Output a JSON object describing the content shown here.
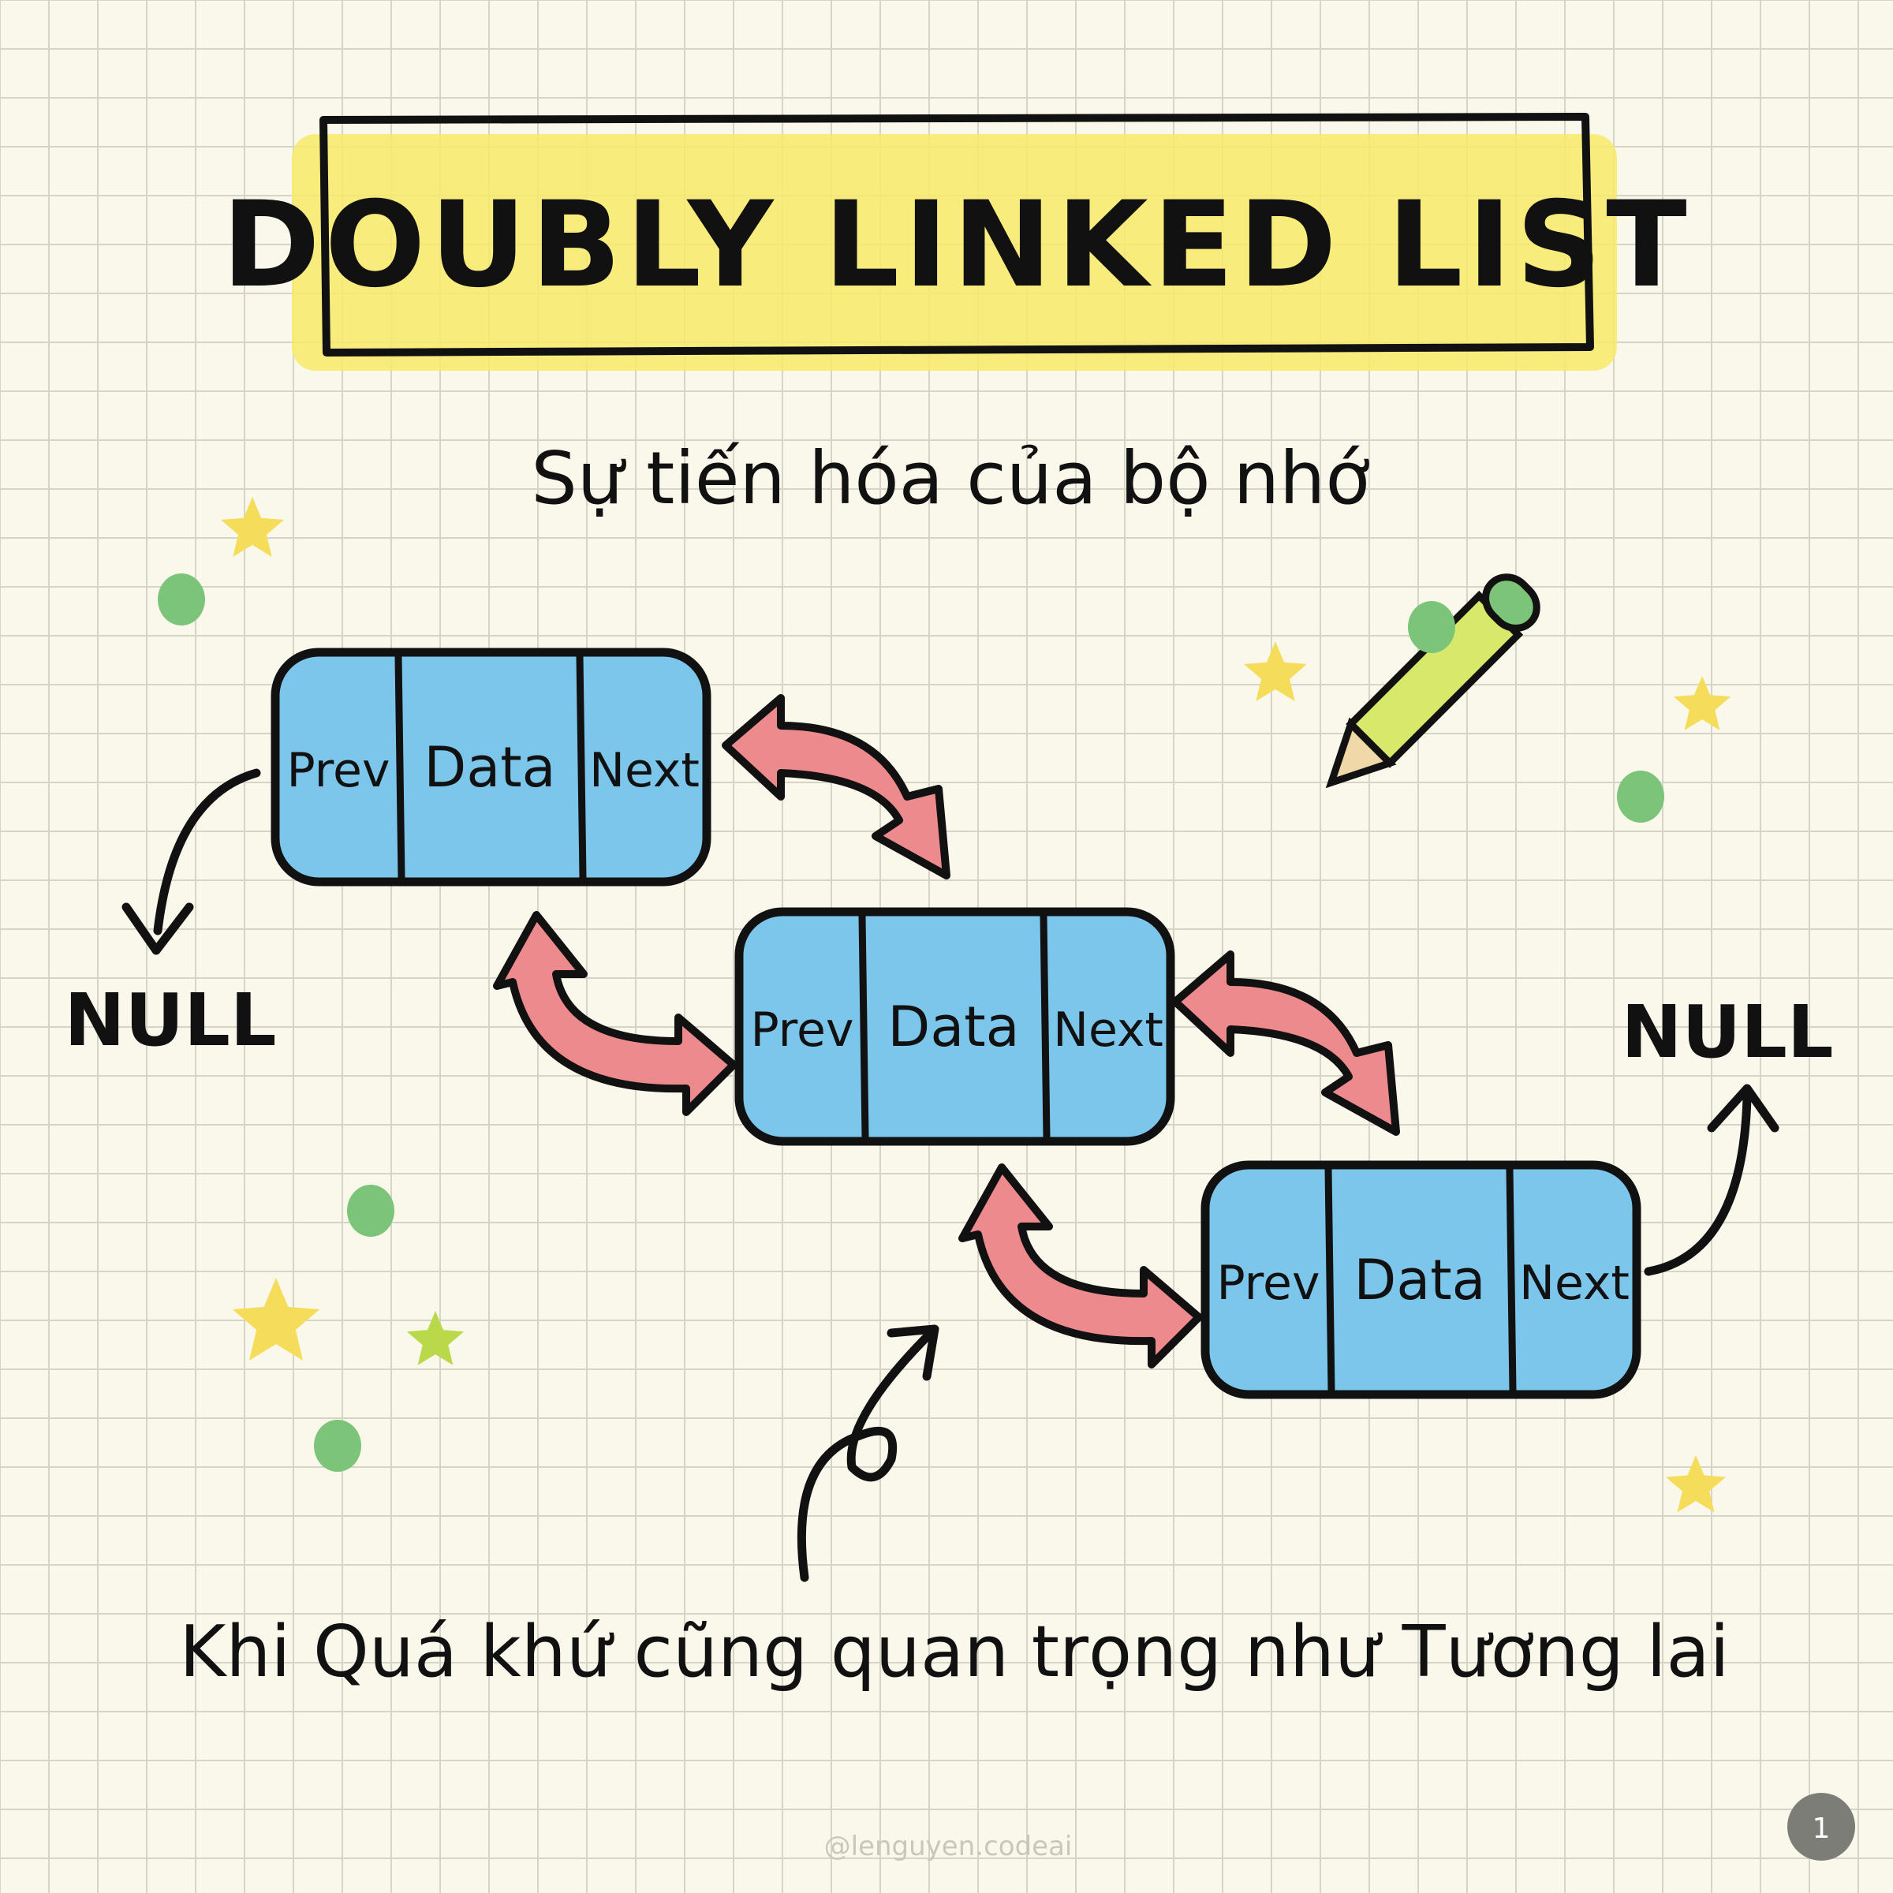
{
  "title": "DOUBLY LINKED LIST",
  "subtitle": "Sự tiến hóa của bộ nhớ",
  "nodes": [
    {
      "prev": "Prev",
      "data": "Data",
      "next": "Next"
    },
    {
      "prev": "Prev",
      "data": "Data",
      "next": "Next"
    },
    {
      "prev": "Prev",
      "data": "Data",
      "next": "Next"
    }
  ],
  "null_left": "NULL",
  "null_right": "NULL",
  "caption": "Khi Quá khứ cũng quan trọng như Tương lai",
  "watermark": "@lenguyen.codeai",
  "page_badge": "1",
  "colors": {
    "background": "#faf8ea",
    "grid": "#d6d4c8",
    "title_highlight": "#f7ea6a",
    "node_fill": "#7cc6ec",
    "arrow_fill": "#ec8a8e",
    "dot": "#7cc47a",
    "star": "#f5dc5a",
    "ink": "#111111"
  },
  "icons": [
    "pencil-icon",
    "star-icon",
    "dot-icon",
    "curved-arrow-icon"
  ]
}
